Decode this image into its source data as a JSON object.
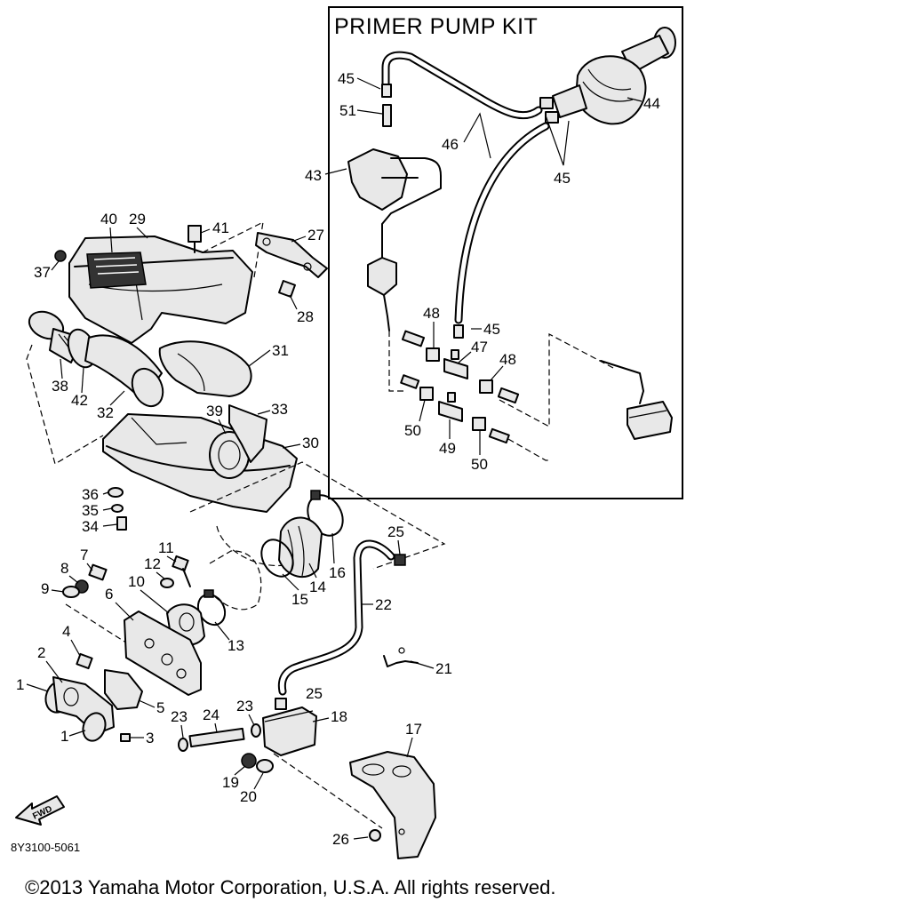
{
  "kit_title": "PRIMER PUMP KIT",
  "diagram_code": "8Y3100-5061",
  "copyright": "©2013 Yamaha Motor Corporation, U.S.A. All rights reserved.",
  "fwd_label": "FWD",
  "callouts": {
    "c1a": "1",
    "c1b": "1",
    "c2": "2",
    "c3": "3",
    "c4": "4",
    "c5": "5",
    "c6": "6",
    "c7": "7",
    "c8": "8",
    "c9": "9",
    "c10": "10",
    "c11": "11",
    "c12": "12",
    "c13": "13",
    "c14": "14",
    "c15": "15",
    "c16": "16",
    "c17": "17",
    "c18": "18",
    "c19": "19",
    "c20": "20",
    "c21": "21",
    "c22": "22",
    "c23a": "23",
    "c23b": "23",
    "c24": "24",
    "c25a": "25",
    "c25b": "25",
    "c26": "26",
    "c27": "27",
    "c28": "28",
    "c29": "29",
    "c30": "30",
    "c31": "31",
    "c32": "32",
    "c33": "33",
    "c34": "34",
    "c35": "35",
    "c36": "36",
    "c37": "37",
    "c38": "38",
    "c39": "39",
    "c40": "40",
    "c41": "41",
    "c42": "42",
    "c43": "43",
    "c44": "44",
    "c45a": "45",
    "c45b": "45",
    "c45c": "45",
    "c46": "46",
    "c47": "47",
    "c48a": "48",
    "c48b": "48",
    "c49": "49",
    "c50a": "50",
    "c50b": "50",
    "c51": "51"
  }
}
